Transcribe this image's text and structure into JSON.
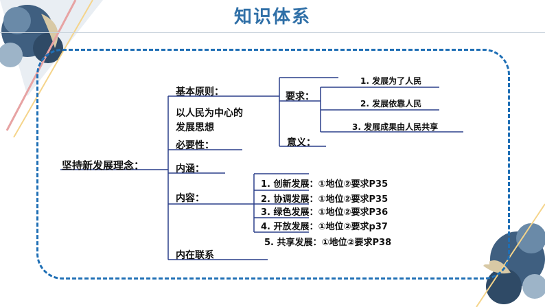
{
  "header": {
    "title": "知识体系"
  },
  "mindmap": {
    "root": "坚持新发展理念：",
    "principle_label": "基本原则：",
    "principle_text_line1": "以人民为中心的",
    "principle_text_line2": "发展思想",
    "requirement_label": "要求：",
    "requirements": [
      "1. 发展为了人民",
      "2. 发展依靠人民",
      "3. 发展成果由人民共享"
    ],
    "meaning_label": "意义：",
    "necessity_label": "必要性：",
    "connotation_label": "内涵：",
    "content_label": "内容：",
    "contents": [
      "1. 创新发展：①地位②要求P35",
      "2. 协调发展：①地位②要求P35",
      "3. 绿色发展：①地位②要求P36",
      "4. 开放发展：①地位②要求p37",
      "5. 共享发展：①地位②要求P38"
    ],
    "relation_label": "内在联系"
  },
  "colors": {
    "title": "#2f6fa7",
    "frame": "#1f6fb5",
    "lines": "#2a3f8a"
  }
}
